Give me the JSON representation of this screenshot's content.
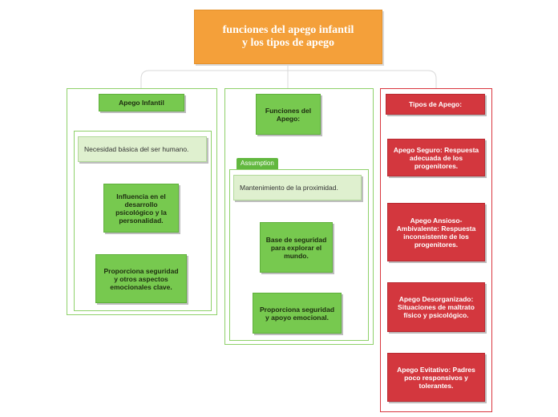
{
  "root": {
    "title": "funciones del apego infantil y los tipos de apego"
  },
  "branches": {
    "apego_infantil": {
      "header": "Apego Infantil",
      "sub": "Necesidad básica del ser humano.",
      "items": [
        "Influencia en el desarrollo psicológico y la personalidad.",
        "Proporciona seguridad y otros aspectos emocionales clave."
      ]
    },
    "funciones": {
      "header": "Funciones del Apego:",
      "tag": "Assumption",
      "sub": "Mantenimiento de la proximidad.",
      "items": [
        "Base de seguridad para explorar el mundo.",
        "Proporciona seguridad y apoyo emocional."
      ]
    },
    "tipos": {
      "header": "Tipos de Apego:",
      "items": [
        "Apego Seguro: Respuesta adecuada de los progenitores.",
        "Apego Ansioso-Ambivalente: Respuesta inconsistente de los progenitores.",
        "Apego Desorganizado: Situaciones de maltrato físico y psicológico.",
        "Apego Evitativo: Padres poco responsivos y tolerantes."
      ]
    }
  },
  "colors": {
    "root": "#f4a03a",
    "green": "#77c94f",
    "light_green": "#dff0cf",
    "frame_green": "#8fd16a",
    "red": "#d3373e"
  }
}
